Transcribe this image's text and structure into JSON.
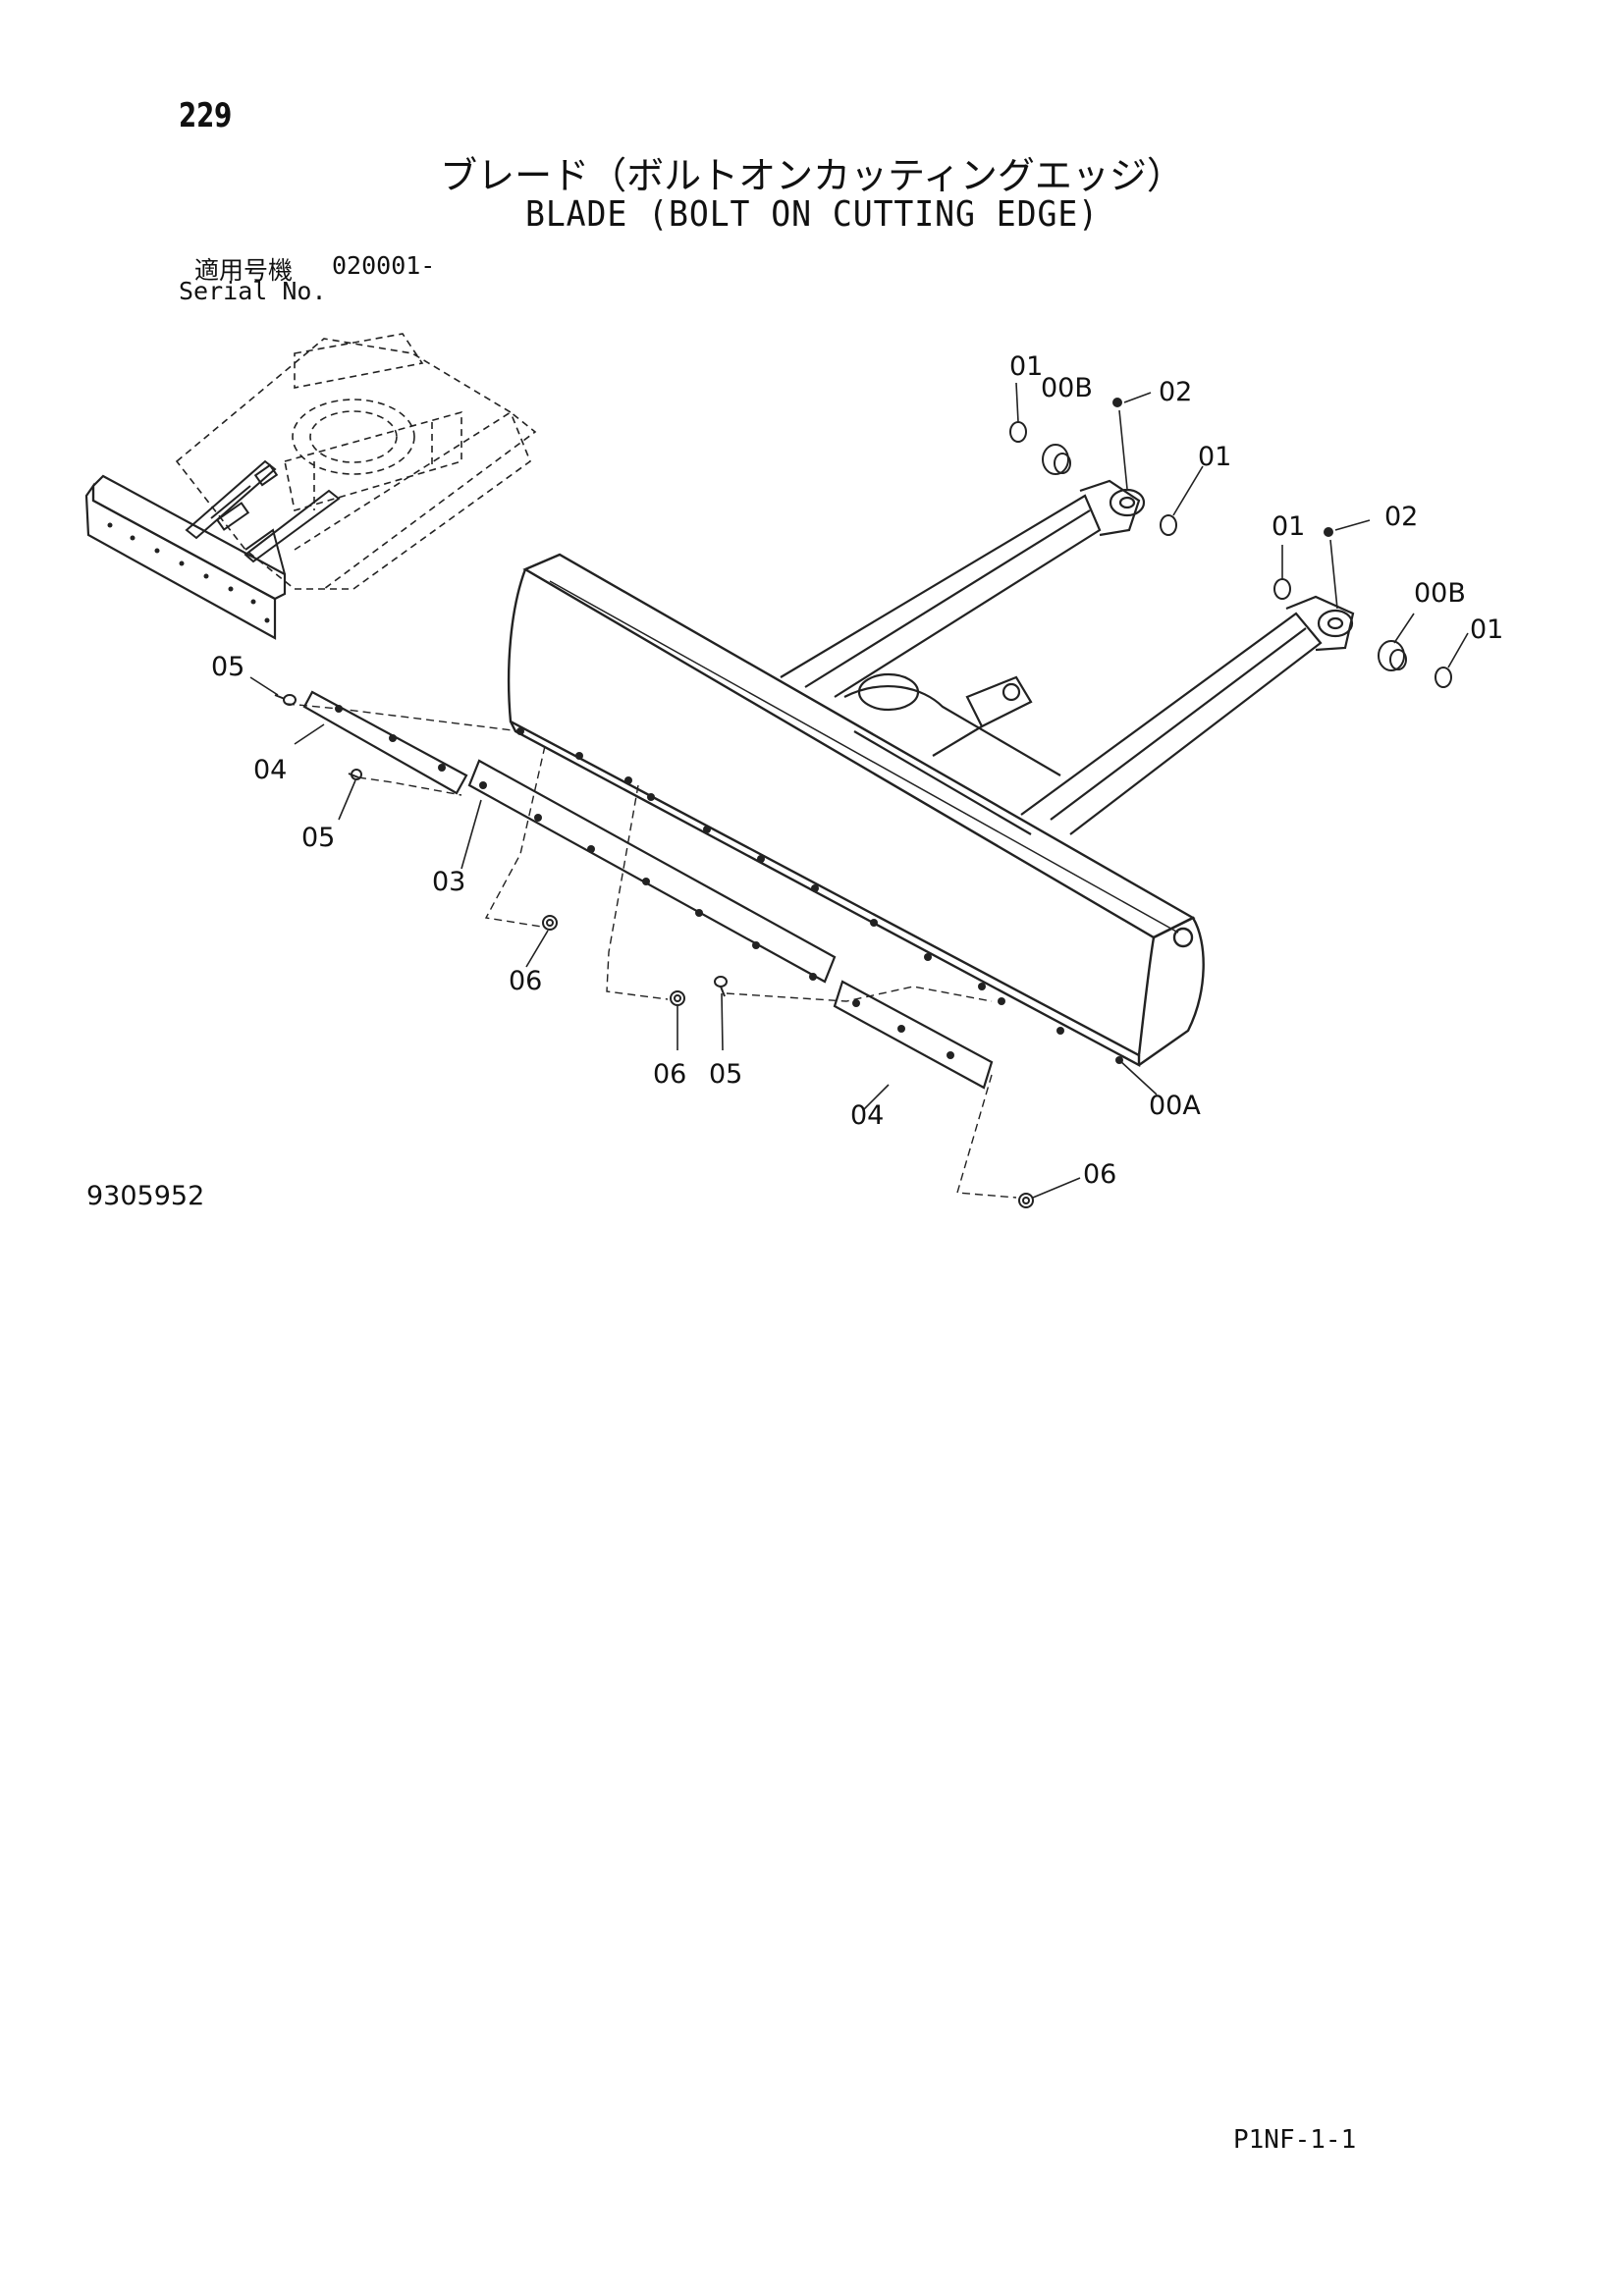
{
  "page_number": "229",
  "title_jp": "ブレード（ボルトオンカッティングエッジ）",
  "title_en": "BLADE (BOLT ON CUTTING EDGE)",
  "serial": {
    "label_jp": "適用号機",
    "value": "020001-",
    "label_en": "Serial No."
  },
  "callouts": [
    "01",
    "00B",
    "02",
    "01",
    "01",
    "02",
    "00B",
    "01",
    "05",
    "04",
    "05",
    "03",
    "06",
    "06",
    "05",
    "04",
    "06",
    "00A"
  ],
  "drawing_number": "9305952",
  "page_code": "P1NF-1-1"
}
